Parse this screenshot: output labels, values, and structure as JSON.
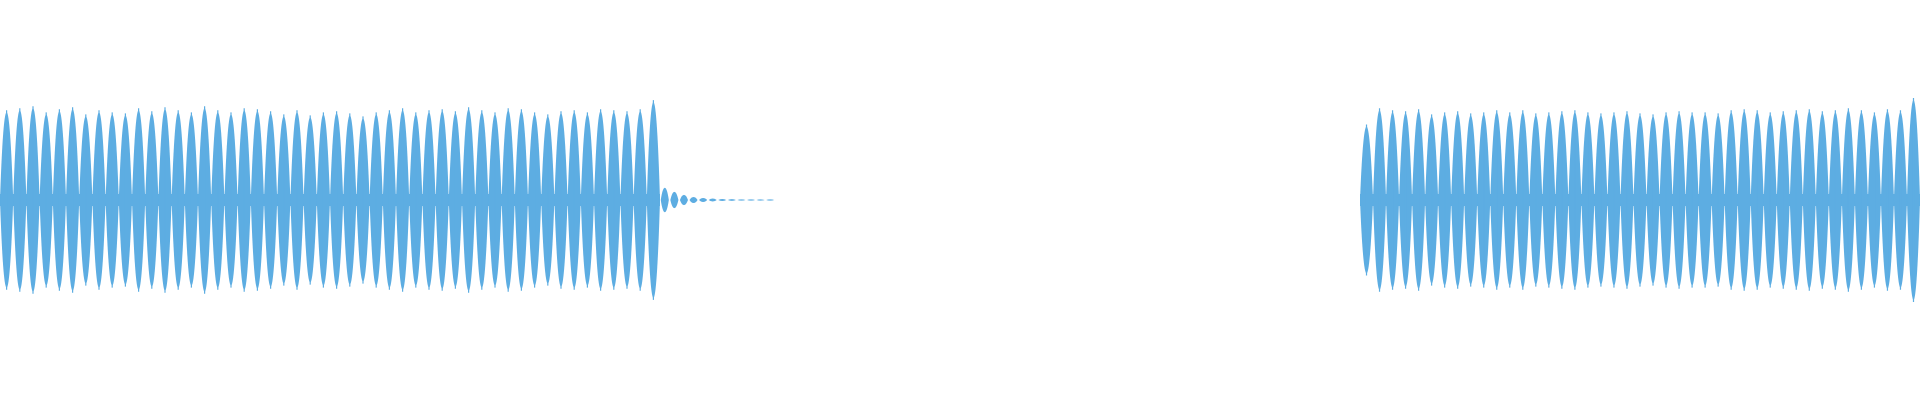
{
  "waveform": {
    "color": "#5DADE2",
    "background": "#FFFFFF",
    "amplitude_range": [
      -1,
      1
    ],
    "baseline_amplitude": 0.0,
    "segments": [
      {
        "id": "segment-1",
        "pulse_count": 50,
        "peak_amplitudes": [
          0.86,
          0.88,
          0.9,
          0.84,
          0.87,
          0.89,
          0.82,
          0.86,
          0.84,
          0.83,
          0.88,
          0.85,
          0.89,
          0.86,
          0.84,
          0.9,
          0.86,
          0.84,
          0.88,
          0.87,
          0.85,
          0.82,
          0.86,
          0.81,
          0.84,
          0.85,
          0.83,
          0.8,
          0.84,
          0.86,
          0.88,
          0.84,
          0.86,
          0.87,
          0.85,
          0.89,
          0.86,
          0.84,
          0.88,
          0.87,
          0.84,
          0.82,
          0.85,
          0.86,
          0.84,
          0.87,
          0.86,
          0.85,
          0.87,
          0.96
        ],
        "decay_tail_amplitudes": [
          0.12,
          0.08,
          0.05,
          0.03,
          0.02,
          0.015,
          0.01,
          0.008,
          0.006,
          0.005,
          0.004,
          0.003
        ]
      },
      {
        "id": "segment-2",
        "pulse_count": 43,
        "peak_amplitudes": [
          0.72,
          0.88,
          0.86,
          0.85,
          0.87,
          0.82,
          0.84,
          0.85,
          0.83,
          0.84,
          0.86,
          0.84,
          0.86,
          0.83,
          0.84,
          0.85,
          0.86,
          0.84,
          0.83,
          0.84,
          0.85,
          0.83,
          0.82,
          0.84,
          0.85,
          0.84,
          0.84,
          0.83,
          0.86,
          0.87,
          0.86,
          0.84,
          0.85,
          0.86,
          0.87,
          0.85,
          0.86,
          0.88,
          0.86,
          0.84,
          0.87,
          0.86,
          0.98
        ]
      }
    ]
  }
}
